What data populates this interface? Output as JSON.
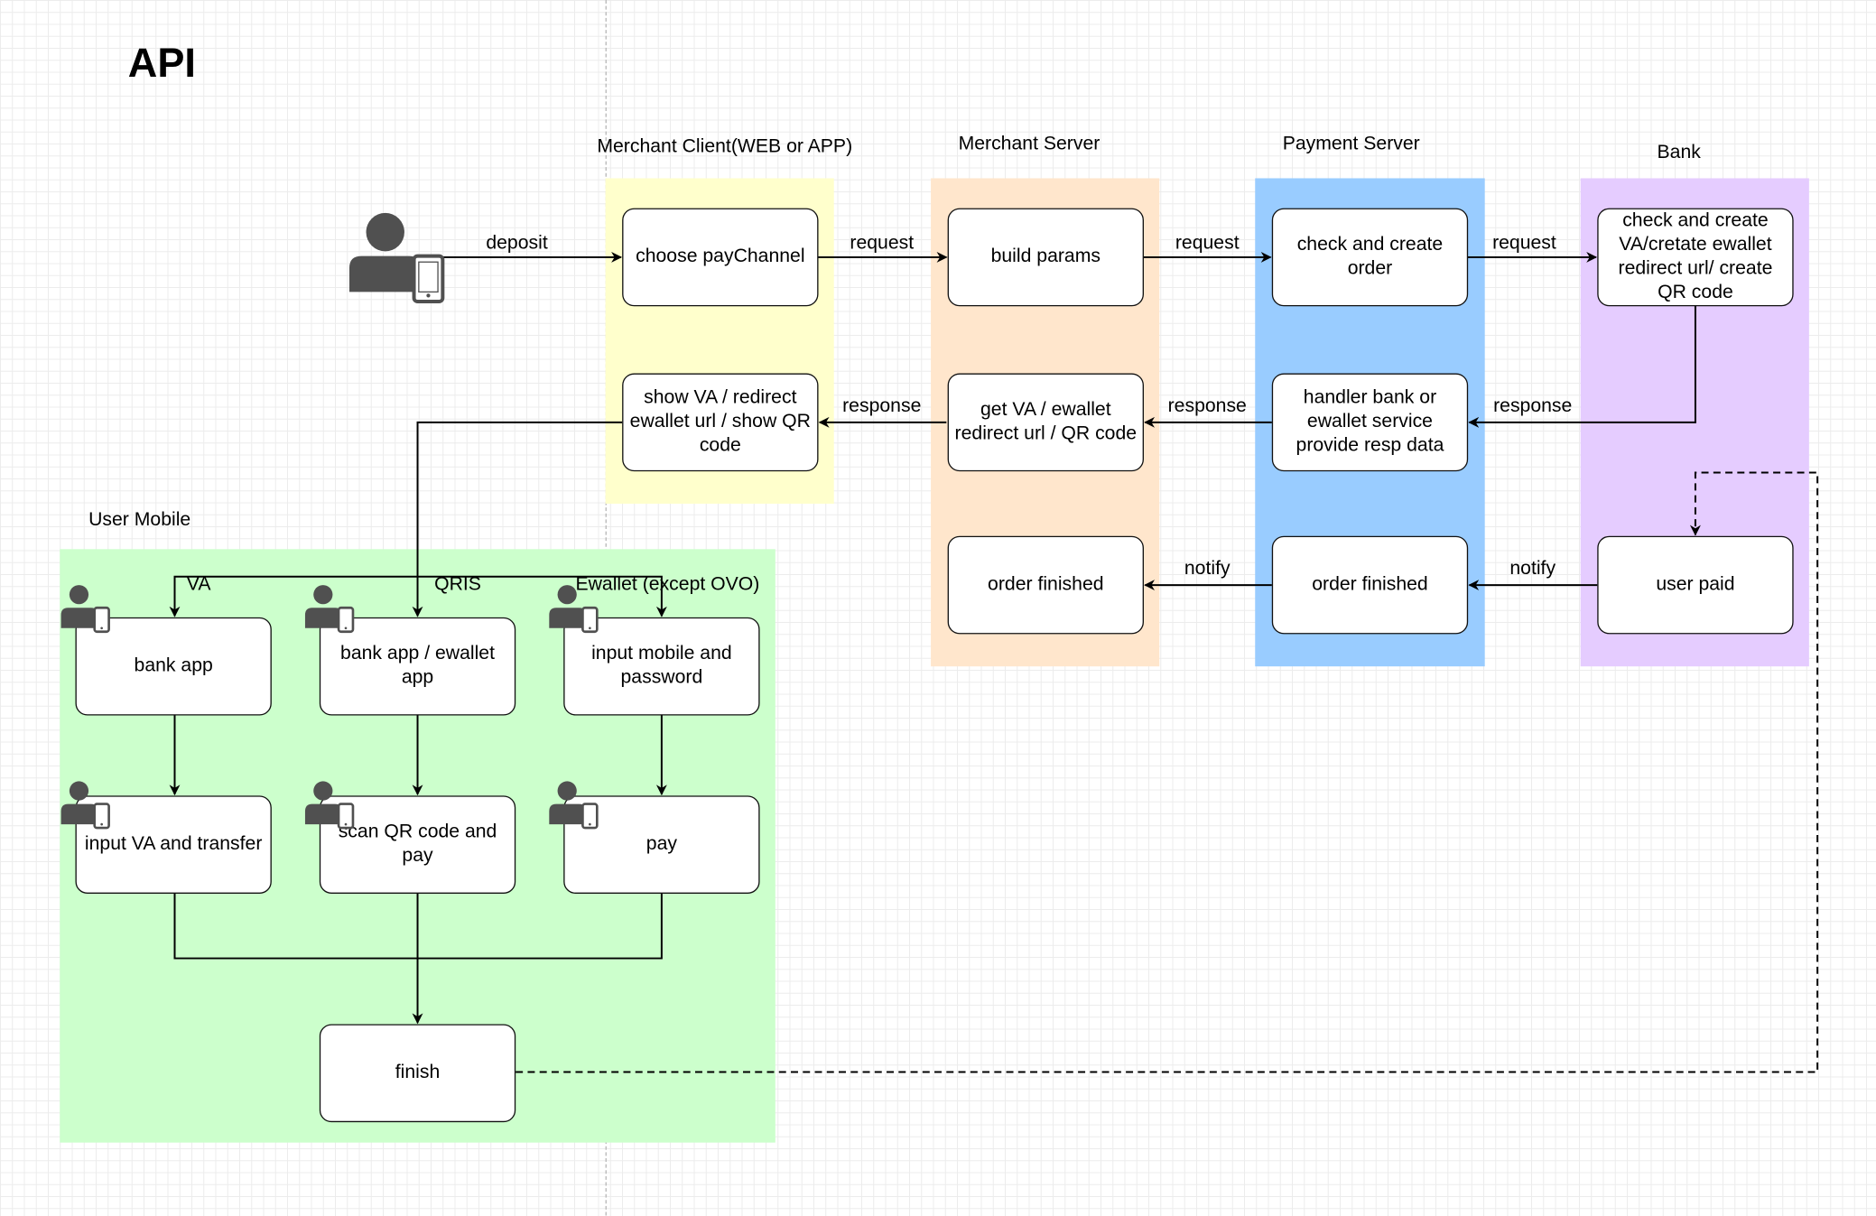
{
  "title": "API",
  "lanes": {
    "merchant_client": {
      "label": "Merchant Client(WEB or APP)",
      "color": "#ffffcc"
    },
    "merchant_server": {
      "label": "Merchant Server",
      "color": "#ffe6cc"
    },
    "payment_server": {
      "label": "Payment Server",
      "color": "#99ccff"
    },
    "bank": {
      "label": "Bank",
      "color": "#e5ccff"
    },
    "user_mobile": {
      "label": "User Mobile",
      "color": "#ccffcc"
    }
  },
  "nodes": {
    "choose_paychannel": "choose payChannel",
    "build_params": "build params",
    "check_create_order": "check  and create\norder",
    "bank_check_create": "check and create\nVA/cretate ewallet\nredirect url/ create\nQR code",
    "show_va": "show VA /  redirect\newallet url / show QR\ncode",
    "get_va": "get VA / ewallet\nredirect url / QR code",
    "handler_bank": "handler bank or\newallet service\nprovide resp data",
    "merchant_order_finished": "order finished",
    "payment_order_finished": "order finished",
    "user_paid": "user paid",
    "bank_app": "bank app",
    "bank_app_ewallet": "bank app / ewallet\napp",
    "input_mobile": "input mobile and\npassword",
    "input_va": "input VA and transfer",
    "scan_qr": "scan QR code and\npay",
    "pay": "pay",
    "finish": "finish"
  },
  "edges": {
    "deposit": "deposit",
    "request_1": "request",
    "request_2": "request",
    "request_3": "request",
    "response_1": "response",
    "response_2": "response",
    "response_3": "response",
    "notify_1": "notify",
    "notify_2": "notify",
    "va": "VA",
    "qris": "QRIS",
    "ewallet": "Ewallet (except OVO)"
  },
  "icons": {
    "user_mobile_icon": "user-with-phone-icon"
  }
}
